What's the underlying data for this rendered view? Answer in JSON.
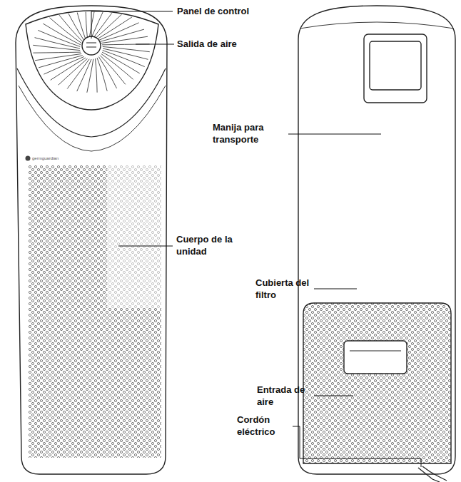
{
  "diagram": {
    "labels": [
      "Panel de control",
      "Salida de aire",
      "Manija para transporte",
      "Cuerpo de la unidad",
      "Cubierta del filtro",
      "Entrada de aire",
      "Cordón eléctrico",
      "germguardian"
    ]
  }
}
